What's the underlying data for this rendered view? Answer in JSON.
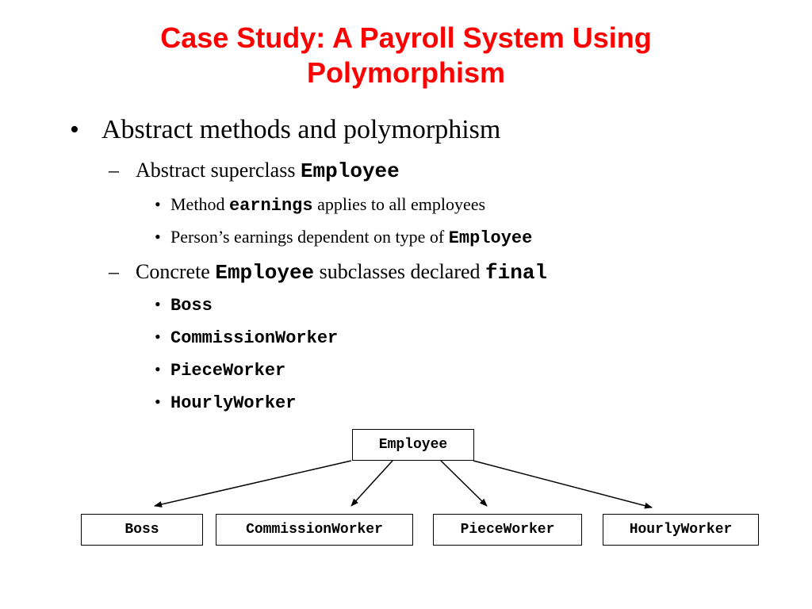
{
  "title": {
    "line1": "Case Study: A Payroll System Using",
    "line2": "Polymorphism"
  },
  "bullets": {
    "main": "Abstract methods and polymorphism",
    "sub1": {
      "text": "Abstract superclass ",
      "code": "Employee",
      "items": [
        {
          "pre": "Method ",
          "code": "earnings",
          "post": " applies to all employees"
        },
        {
          "pre": "Person’s earnings dependent on type of ",
          "code": "Employee",
          "post": ""
        }
      ]
    },
    "sub2": {
      "text": "Concrete ",
      "code": "Employee",
      "mid": " subclasses declared ",
      "code2": "final",
      "items": [
        "Boss",
        "CommissionWorker",
        "PieceWorker",
        "HourlyWorker"
      ]
    }
  },
  "diagram": {
    "root": "Employee",
    "children": [
      "Boss",
      "CommissionWorker",
      "PieceWorker",
      "HourlyWorker"
    ]
  }
}
